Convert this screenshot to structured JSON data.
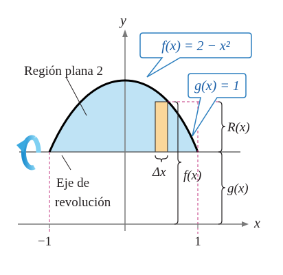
{
  "labels": {
    "y_axis": "y",
    "x_axis": "x",
    "tick_neg1": "−1",
    "tick_1": "1",
    "region": "Región plana 2",
    "axis_label_line1": "Eje de",
    "axis_label_line2": "revolución",
    "f_def": "f(x) = 2 − x²",
    "g_def": "g(x) = 1",
    "delta_x": "Δx",
    "R_label": "R(x)",
    "f_label": "f(x)",
    "g_label": "g(x)"
  },
  "colors": {
    "region_fill": "#bfe3f5",
    "rectangle_fill": "#fbd79a",
    "dashed": "#c0317e",
    "callout": "#2c7fbf",
    "rotation_arrow": "#3aa9e0"
  }
}
